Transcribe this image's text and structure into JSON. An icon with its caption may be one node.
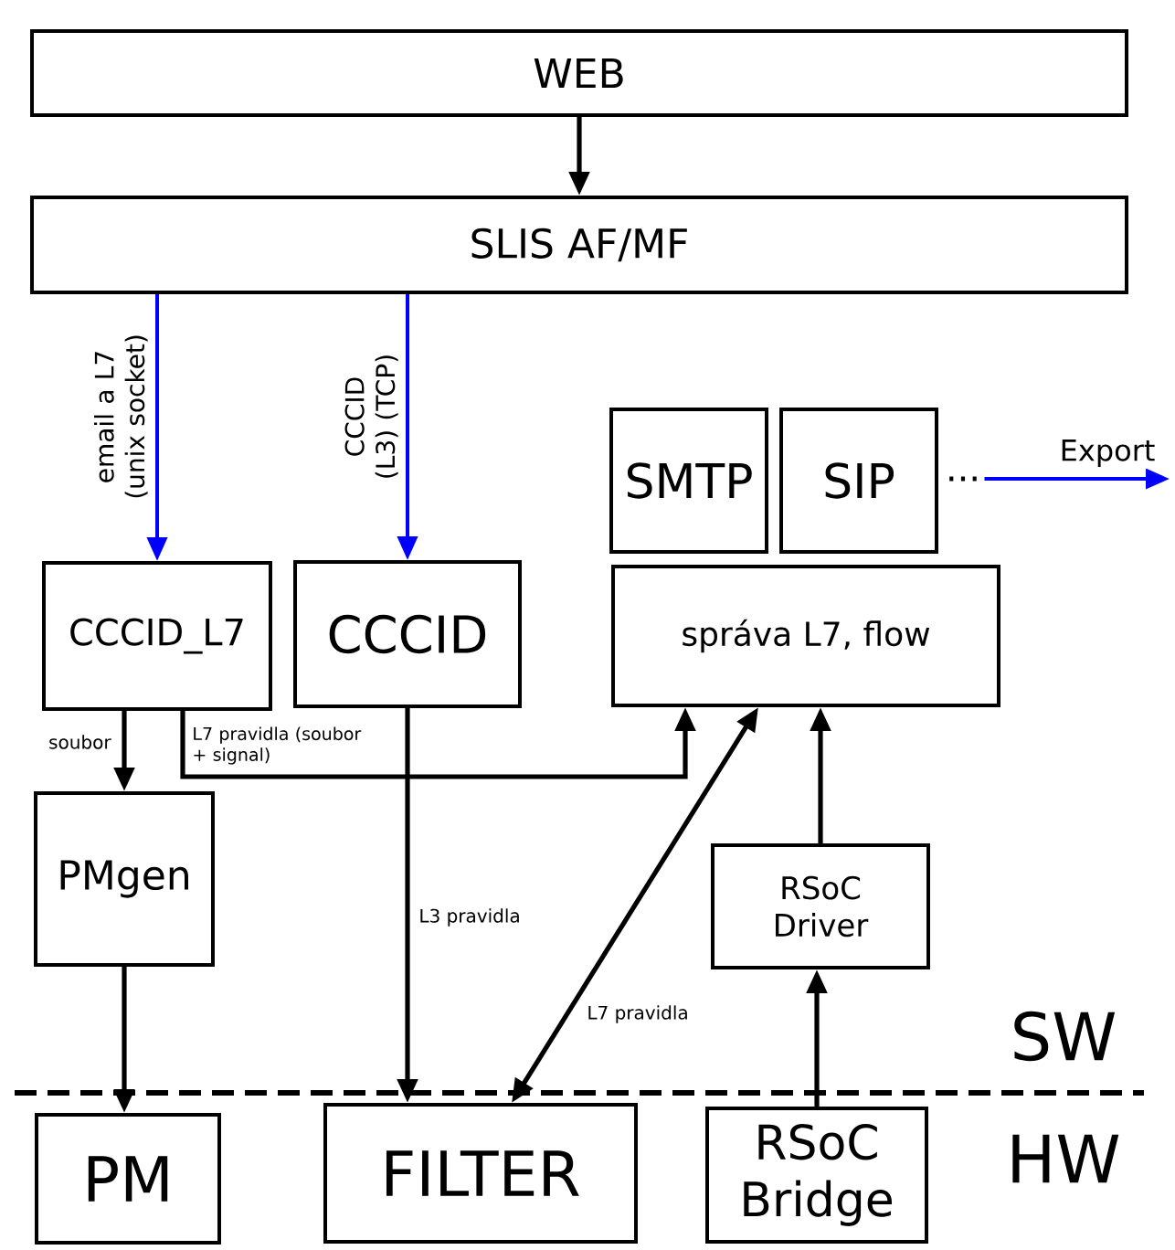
{
  "diagram": {
    "nodes": [
      {
        "text": [
          "WEB"
        ]
      },
      {
        "text": [
          "SLIS AF/MF"
        ]
      },
      {
        "text": [
          "CCCID_L7"
        ]
      },
      {
        "text": [
          "CCCID"
        ]
      },
      {
        "text": [
          "SMTP"
        ]
      },
      {
        "text": [
          "SIP"
        ]
      },
      {
        "text": [
          "správa L7, flow"
        ]
      },
      {
        "text": [
          "PMgen"
        ]
      },
      {
        "text": [
          "RSoC Driver"
        ]
      },
      {
        "text": [
          "PM"
        ]
      },
      {
        "text": [
          "FILTER"
        ]
      },
      {
        "text": [
          "RSoC Bridge"
        ]
      },
      {
        "text": [
          "..."
        ]
      }
    ],
    "edges": [
      {
        "from": 0,
        "to": 1,
        "arrow": "to"
      },
      {
        "from": 1,
        "to": 2,
        "arrow": "to",
        "label": "email a L7 (unix socket)",
        "color": "#0000ff"
      },
      {
        "from": 1,
        "to": 3,
        "arrow": "to",
        "label": "CCCID (L3) (TCP)",
        "color": "#0000ff"
      },
      {
        "from": 2,
        "to": 7,
        "arrow": "to",
        "label": "soubor"
      },
      {
        "from": 2,
        "to": 6,
        "arrow": "to",
        "label": "L7 pravidla (soubor + signal)"
      },
      {
        "from": 3,
        "to": 10,
        "arrow": "to",
        "label": "L3 pravidla"
      },
      {
        "from": 10,
        "to": 6,
        "arrow": "both",
        "label": "L7 pravidla"
      },
      {
        "from": 8,
        "to": 6,
        "arrow": "to"
      },
      {
        "from": 11,
        "to": 8,
        "arrow": "to"
      },
      {
        "from": 7,
        "to": 9,
        "arrow": "to"
      },
      {
        "from": 12,
        "to": null,
        "arrow": "to",
        "label": "Export",
        "color": "#0000ff"
      }
    ],
    "labels": [
      "SW",
      "HW"
    ]
  }
}
